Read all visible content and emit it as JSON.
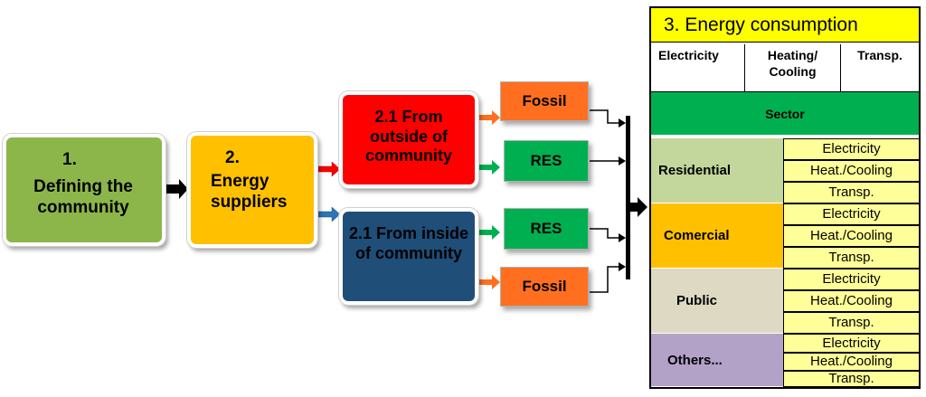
{
  "colors": {
    "green_box": "#8cb64a",
    "yellow_box": "#ffc000",
    "red_box": "#ff0000",
    "blue_box": "#1f4e79",
    "fossil": "#ff6f1f",
    "res": "#00b050",
    "sector_green": "#00b050",
    "title_yellow": "#ffff00",
    "residential": "#c3d69b",
    "commercial": "#ffc000",
    "public": "#ddd9c3",
    "others": "#b3a2c7",
    "sub_rows": "#ffff99"
  },
  "flow": {
    "defining_number": "1.",
    "defining_text": "Defining the community",
    "suppliers_number": "2.",
    "suppliers_text": "Energy suppliers",
    "outside_text": "2.1 From outside of community",
    "inside_text": "2.1 From inside of community",
    "fossil_top": "Fossil",
    "res_top": "RES",
    "res_bottom": "RES",
    "fossil_bottom": "Fossil"
  },
  "table": {
    "title": "3. Energy consumption",
    "headers": [
      "Electricity",
      "Heating/ Cooling",
      "Transp."
    ],
    "sector_label": "Sector",
    "sectors": [
      {
        "name": "Residential",
        "items": [
          "Electricity",
          "Heat./Cooling",
          "Transp."
        ]
      },
      {
        "name": "Comercial",
        "items": [
          "Electricity",
          "Heat./Cooling",
          "Transp."
        ]
      },
      {
        "name": "Public",
        "items": [
          "Electricity",
          "Heat./Cooling",
          "Transp."
        ]
      },
      {
        "name": "Others...",
        "items": [
          "Electricity",
          "Heat./Cooling",
          "Transp."
        ]
      }
    ]
  }
}
